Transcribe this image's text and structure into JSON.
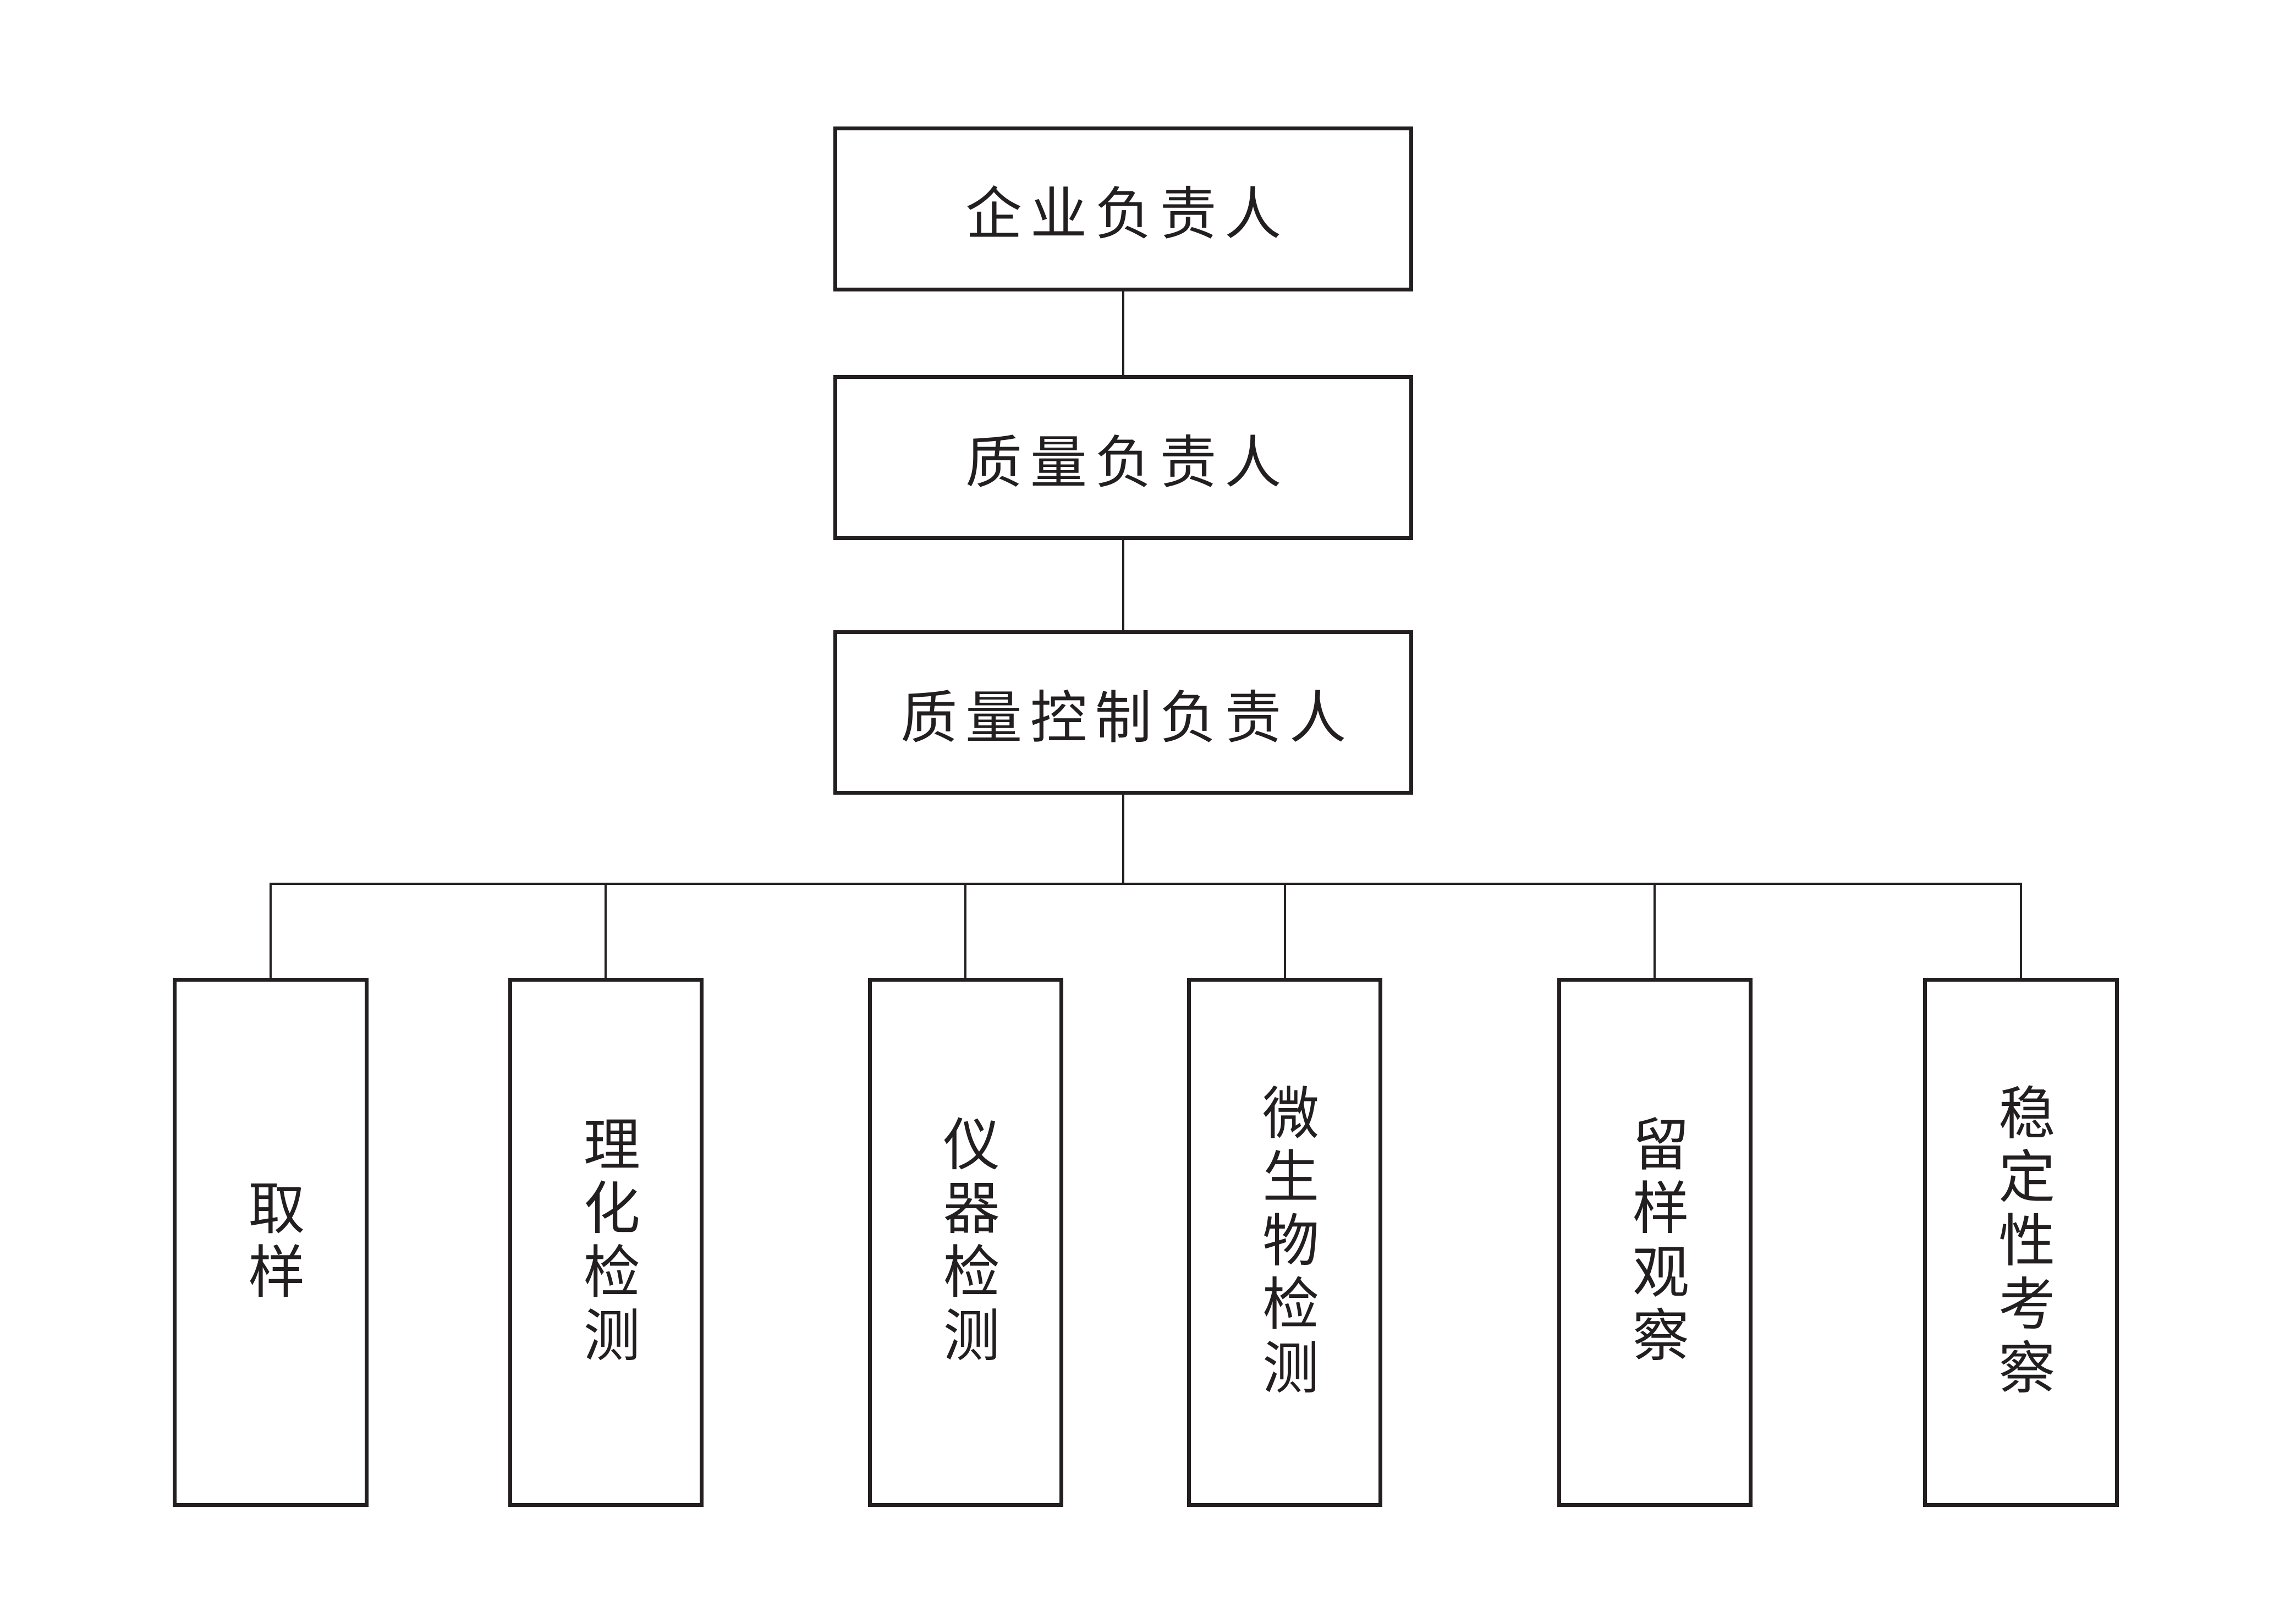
{
  "diagram": {
    "type": "org-chart",
    "levels": [
      {
        "id": "enterprise-head",
        "label": "企业负责人"
      },
      {
        "id": "quality-head",
        "label": "质量负责人"
      },
      {
        "id": "qc-head",
        "label": "质量控制负责人"
      }
    ],
    "departments": [
      {
        "id": "sampling",
        "label": "取样"
      },
      {
        "id": "physchem-testing",
        "label": "理化检测"
      },
      {
        "id": "instrument-testing",
        "label": "仪器检测"
      },
      {
        "id": "microbio-testing",
        "label": "微生物检测"
      },
      {
        "id": "retained-sample-observation",
        "label": "留样观察"
      },
      {
        "id": "stability-study",
        "label": "稳定性考察"
      }
    ],
    "hierarchy": "企业负责人 > 质量负责人 > 质量控制负责人 > [取样, 理化检测, 仪器检测, 微生物检测, 留样观察, 稳定性考察]",
    "colors": {
      "background": "#ffffff",
      "line": "#231f20",
      "text": "#231f20"
    }
  }
}
